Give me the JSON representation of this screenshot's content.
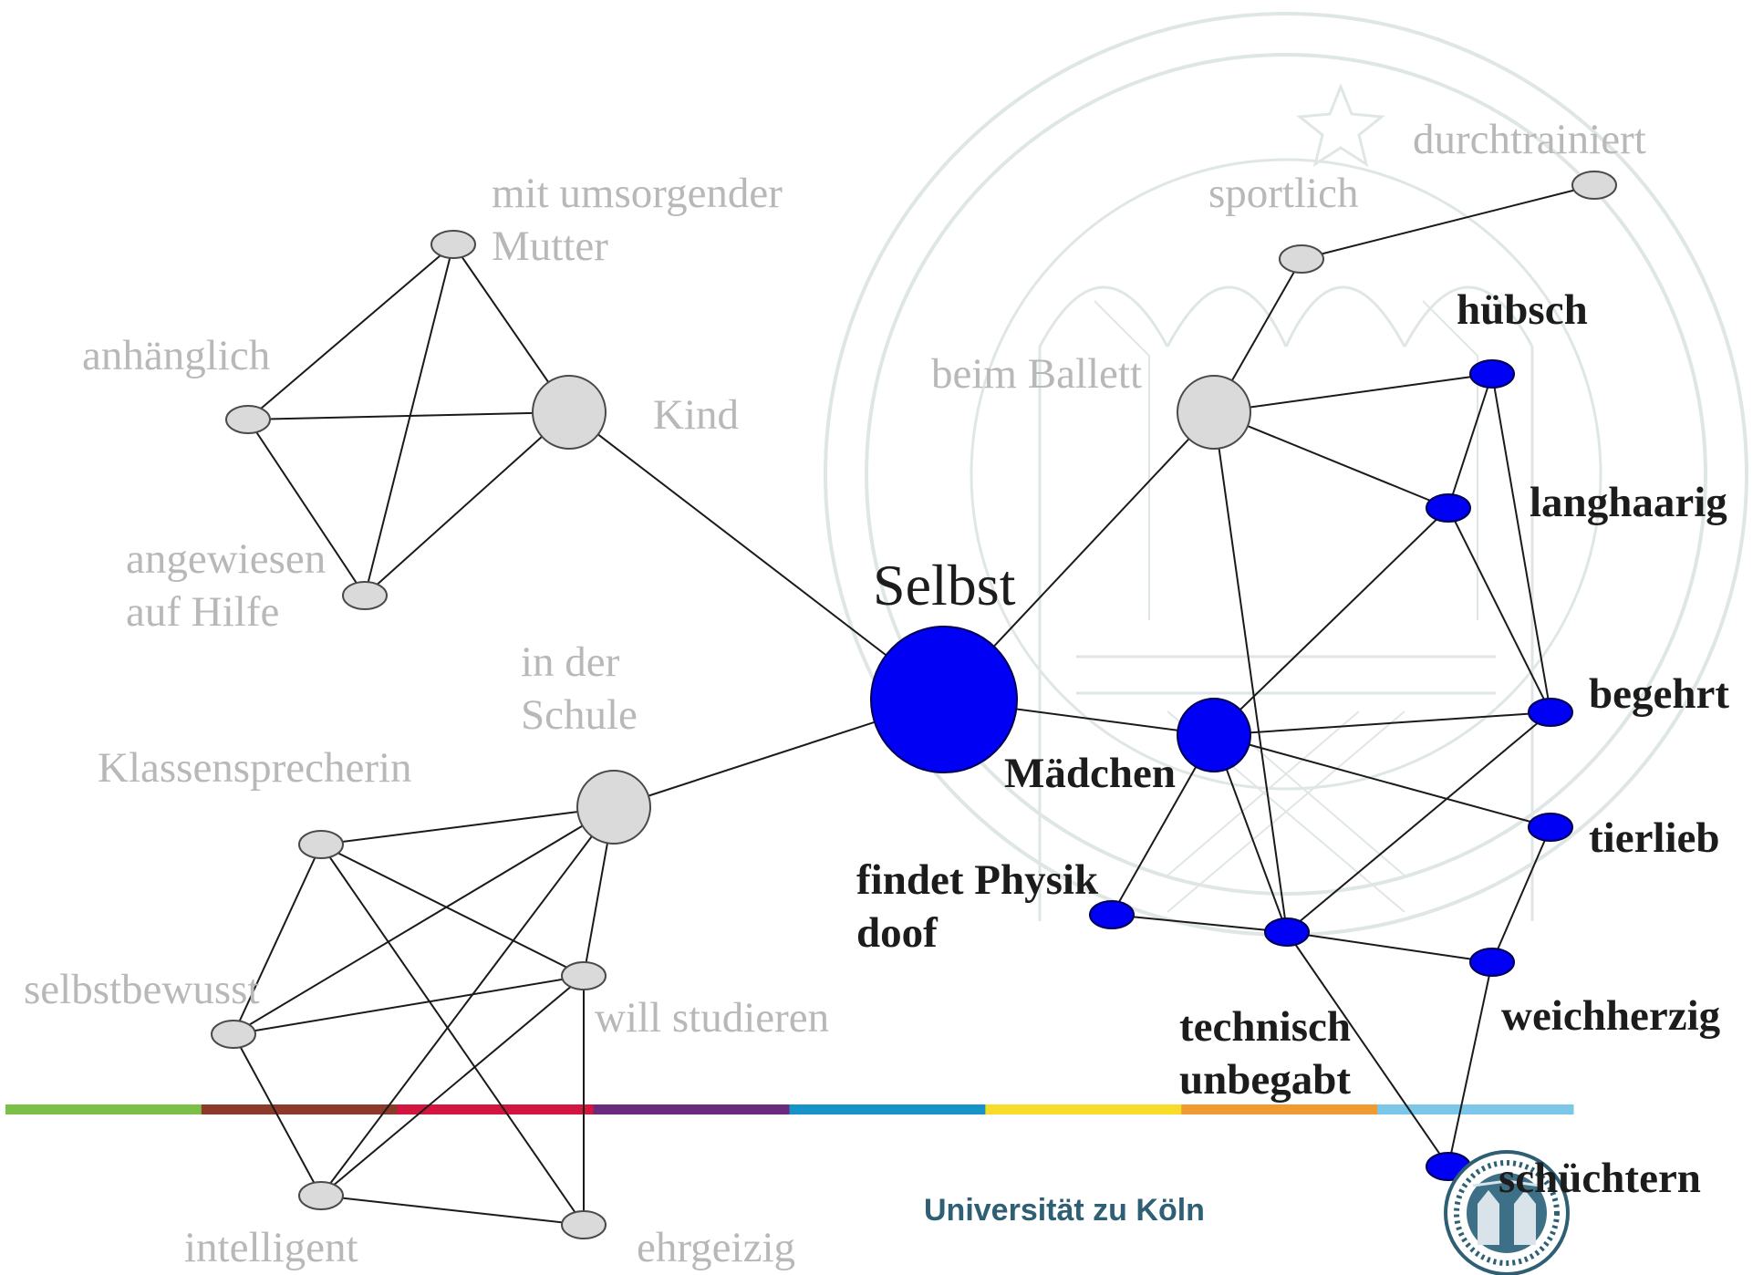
{
  "footer": {
    "university": "Universität zu Köln"
  },
  "colors": {
    "background": "#ffffff",
    "edge": "#1a1a1a",
    "gray_node_fill": "#dadada",
    "gray_node_stroke": "#4a4a4a",
    "blue_node_fill": "#0000f5",
    "gray_label": "#b8b8b8",
    "dark_label": "#1c1c1c",
    "footer_text": "#2e5f74",
    "seal": "#dfe6e6",
    "stripe": [
      "#7cbf46",
      "#8c3a2a",
      "#d3163f",
      "#6a2a7e",
      "#1793c8",
      "#f8dc2a",
      "#ef9b32",
      "#7cc6ea"
    ]
  },
  "diagram": {
    "nodes": [
      {
        "id": "selbst",
        "group": "self"
      },
      {
        "id": "kind",
        "group": "gray"
      },
      {
        "id": "mutter",
        "group": "gray"
      },
      {
        "id": "anhaenglich",
        "group": "gray"
      },
      {
        "id": "hilfe",
        "group": "gray"
      },
      {
        "id": "schule",
        "group": "gray"
      },
      {
        "id": "klassensprecherin",
        "group": "gray"
      },
      {
        "id": "studieren",
        "group": "gray"
      },
      {
        "id": "selbstbewusst",
        "group": "gray"
      },
      {
        "id": "intelligent",
        "group": "gray"
      },
      {
        "id": "ehrgeizig",
        "group": "gray"
      },
      {
        "id": "ballett",
        "group": "gray"
      },
      {
        "id": "sportlich",
        "group": "gray"
      },
      {
        "id": "durchtrainiert",
        "group": "gray"
      },
      {
        "id": "maedchen",
        "group": "blue"
      },
      {
        "id": "huebsch",
        "group": "blue"
      },
      {
        "id": "langhaarig",
        "group": "blue"
      },
      {
        "id": "begehrt",
        "group": "blue"
      },
      {
        "id": "tierlieb",
        "group": "blue"
      },
      {
        "id": "weichherzig",
        "group": "blue"
      },
      {
        "id": "technisch",
        "group": "blue"
      },
      {
        "id": "physik",
        "group": "blue"
      },
      {
        "id": "schuechtern",
        "group": "blue"
      }
    ],
    "edges": [
      [
        "selbst",
        "kind"
      ],
      [
        "selbst",
        "schule"
      ],
      [
        "selbst",
        "ballett"
      ],
      [
        "selbst",
        "maedchen"
      ],
      [
        "kind",
        "mutter"
      ],
      [
        "kind",
        "anhaenglich"
      ],
      [
        "kind",
        "hilfe"
      ],
      [
        "mutter",
        "anhaenglich"
      ],
      [
        "mutter",
        "hilfe"
      ],
      [
        "anhaenglich",
        "hilfe"
      ],
      [
        "schule",
        "klassensprecherin"
      ],
      [
        "schule",
        "studieren"
      ],
      [
        "schule",
        "selbstbewusst"
      ],
      [
        "schule",
        "intelligent"
      ],
      [
        "klassensprecherin",
        "studieren"
      ],
      [
        "klassensprecherin",
        "selbstbewusst"
      ],
      [
        "klassensprecherin",
        "ehrgeizig"
      ],
      [
        "selbstbewusst",
        "studieren"
      ],
      [
        "selbstbewusst",
        "intelligent"
      ],
      [
        "studieren",
        "intelligent"
      ],
      [
        "studieren",
        "ehrgeizig"
      ],
      [
        "intelligent",
        "ehrgeizig"
      ],
      [
        "ballett",
        "sportlich"
      ],
      [
        "sportlich",
        "durchtrainiert"
      ],
      [
        "ballett",
        "huebsch"
      ],
      [
        "ballett",
        "langhaarig"
      ],
      [
        "ballett",
        "technisch"
      ],
      [
        "huebsch",
        "langhaarig"
      ],
      [
        "huebsch",
        "begehrt"
      ],
      [
        "langhaarig",
        "begehrt"
      ],
      [
        "langhaarig",
        "maedchen"
      ],
      [
        "maedchen",
        "begehrt"
      ],
      [
        "maedchen",
        "tierlieb"
      ],
      [
        "maedchen",
        "physik"
      ],
      [
        "maedchen",
        "technisch"
      ],
      [
        "begehrt",
        "technisch"
      ],
      [
        "physik",
        "technisch"
      ],
      [
        "technisch",
        "weichherzig"
      ],
      [
        "tierlieb",
        "weichherzig"
      ],
      [
        "weichherzig",
        "schuechtern"
      ],
      [
        "technisch",
        "schuechtern"
      ]
    ],
    "labels": {
      "selbst": "Selbst",
      "kind": "Kind",
      "mutter": [
        "mit umsorgender",
        "Mutter"
      ],
      "anhaenglich": "anhänglich",
      "hilfe": [
        "angewiesen",
        "auf Hilfe"
      ],
      "schule": [
        "in der",
        "Schule"
      ],
      "klassensprecherin": "Klassensprecherin",
      "studieren": "will studieren",
      "selbstbewusst": "selbstbewusst",
      "intelligent": "intelligent",
      "ehrgeizig": "ehrgeizig",
      "ballett": "beim Ballett",
      "sportlich": "sportlich",
      "durchtrainiert": "durchtrainiert",
      "maedchen": "Mädchen",
      "huebsch": "hübsch",
      "langhaarig": "langhaarig",
      "begehrt": "begehrt",
      "tierlieb": "tierlieb",
      "weichherzig": "weichherzig",
      "technisch": [
        "technisch",
        "unbegabt"
      ],
      "physik": [
        "findet Physik",
        "doof"
      ],
      "schuechtern": "schüchtern"
    }
  }
}
